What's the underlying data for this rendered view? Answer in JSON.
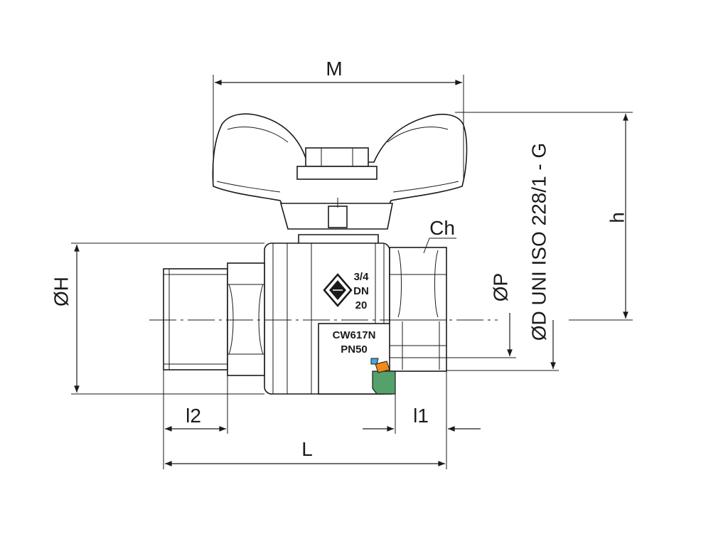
{
  "dimensions": {
    "M": "M",
    "h": "h",
    "OH": "ØH",
    "OP": "ØP",
    "Ch": "Ch",
    "OD": "ØD UNI ISO 228/1 - G",
    "l1": "l1",
    "l2": "l2",
    "L": "L"
  },
  "body_marking": {
    "size_line1": "3/4",
    "size_line2": "DN",
    "size_line3": "20",
    "material": "CW617N",
    "pressure": "PN50"
  },
  "colors": {
    "line": "#1a1a1a",
    "seal_green": "#55a06b",
    "seal_orange": "#f08a1c",
    "seal_blue": "#4aa8d8"
  }
}
